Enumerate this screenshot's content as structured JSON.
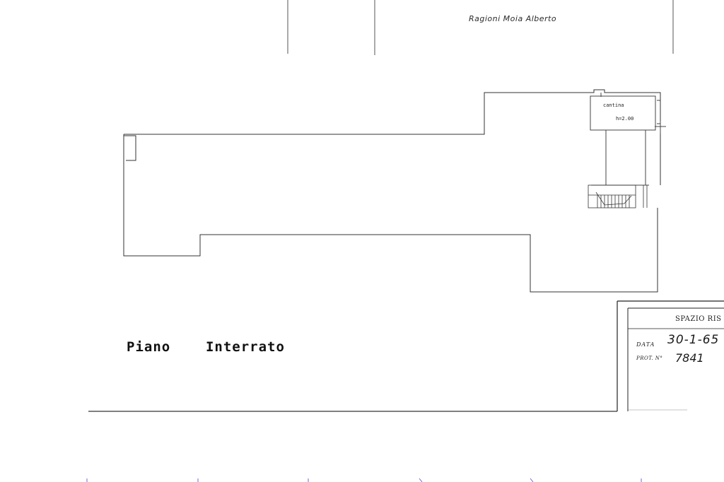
{
  "header": {
    "owner_note": "Ragioni Moia Alberto"
  },
  "floor_plan": {
    "title": "Piano    Interrato",
    "room": {
      "name": "cantina",
      "height": "h=2.00"
    }
  },
  "stamp": {
    "title": "SPAZIO RIS",
    "date_label": "DATA",
    "date_value": "30-1-65",
    "prot_label": "PROT. N°",
    "prot_value": "7841"
  },
  "colors": {
    "line": "#333333",
    "paper": "#ffffff",
    "tick_blue": "#6a6ad8"
  }
}
